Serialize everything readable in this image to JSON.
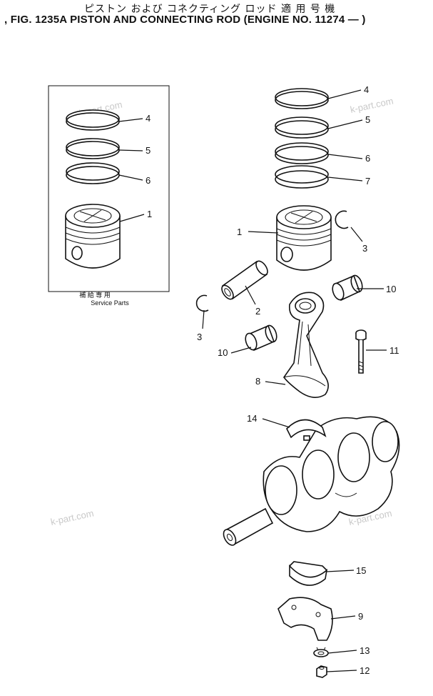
{
  "header": {
    "jp_title": "ピストン および コネクティング ロッド  適 用 号 機",
    "fig_title": ", FIG. 1235A  PISTON AND CONNECTING ROD (ENGINE NO. 11274 — )"
  },
  "inset": {
    "caption_jp": "補 給 専 用",
    "caption_en": "Service  Parts",
    "callouts": [
      "4",
      "5",
      "6",
      "1"
    ]
  },
  "callouts": {
    "ring_top": "4",
    "ring_second": "5",
    "ring_oil": "6",
    "ring_bottom": "7",
    "piston": "1",
    "snap_ring_right": "3",
    "piston_pin": "2",
    "snap_ring_left": "3",
    "bushing_right": "10",
    "bushing_left": "10",
    "bolt": "11",
    "conrod": "8",
    "bearing_upper": "14",
    "bearing_lower": "15",
    "cap": "9",
    "washer": "13",
    "nut": "12"
  },
  "watermark": "k-part.com"
}
